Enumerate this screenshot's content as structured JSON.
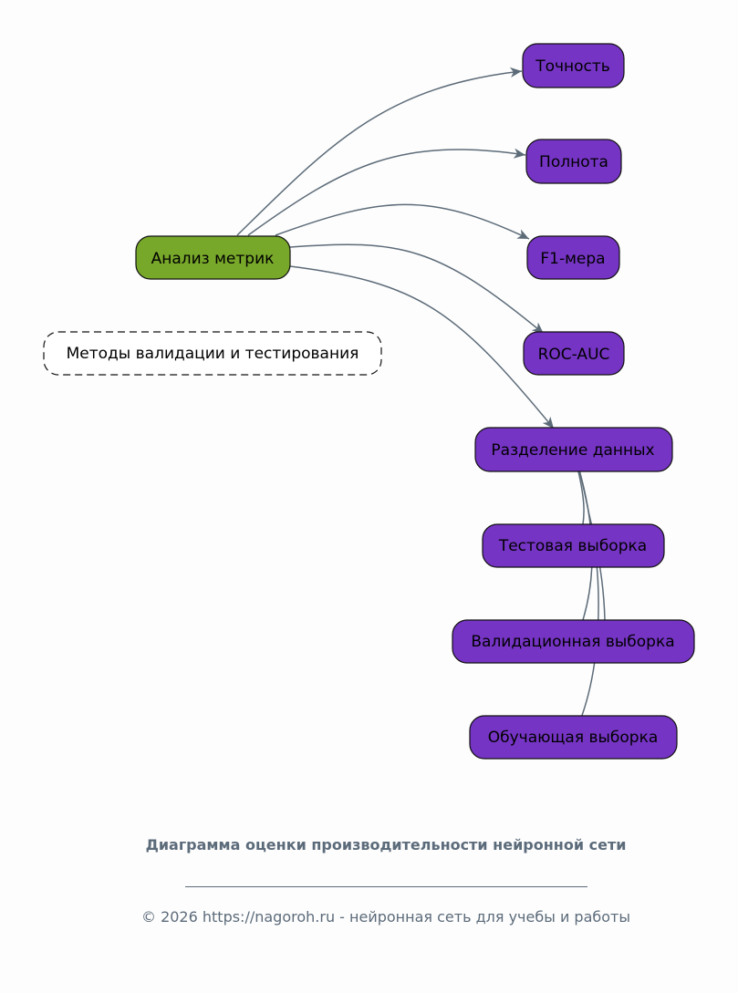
{
  "diagram": {
    "type": "flowchart",
    "nodes": [
      {
        "id": "analysis",
        "label": "Анализ метрик",
        "color": "#78a82a",
        "style": "solid"
      },
      {
        "id": "accuracy",
        "label": "Точность",
        "color": "#7534c4",
        "style": "solid"
      },
      {
        "id": "recall",
        "label": "Полнота",
        "color": "#7534c4",
        "style": "solid"
      },
      {
        "id": "f1",
        "label": "F1-мера",
        "color": "#7534c4",
        "style": "solid"
      },
      {
        "id": "rocauc",
        "label": "ROC-AUC",
        "color": "#7534c4",
        "style": "solid"
      },
      {
        "id": "split",
        "label": "Разделение данных",
        "color": "#7534c4",
        "style": "solid"
      },
      {
        "id": "test",
        "label": "Тестовая выборка",
        "color": "#7534c4",
        "style": "solid"
      },
      {
        "id": "val",
        "label": "Валидационная выборка",
        "color": "#7534c4",
        "style": "solid"
      },
      {
        "id": "train",
        "label": "Обучающая выборка",
        "color": "#7534c4",
        "style": "solid"
      },
      {
        "id": "methods",
        "label": "Методы валидации и тестирования",
        "color": "#ffffff",
        "style": "dashed"
      }
    ],
    "edges": [
      {
        "from": "analysis",
        "to": "accuracy"
      },
      {
        "from": "analysis",
        "to": "recall"
      },
      {
        "from": "analysis",
        "to": "f1"
      },
      {
        "from": "analysis",
        "to": "rocauc"
      },
      {
        "from": "analysis",
        "to": "split"
      },
      {
        "from": "test",
        "to": "split"
      },
      {
        "from": "val",
        "to": "split"
      },
      {
        "from": "train",
        "to": "split"
      }
    ],
    "edge_color": "#5c6b78"
  },
  "footer": {
    "title": "Диаграмма оценки производительности нейронной сети",
    "copyright": "© 2026 https://nagoroh.ru - нейронная сеть для учебы и работы"
  }
}
